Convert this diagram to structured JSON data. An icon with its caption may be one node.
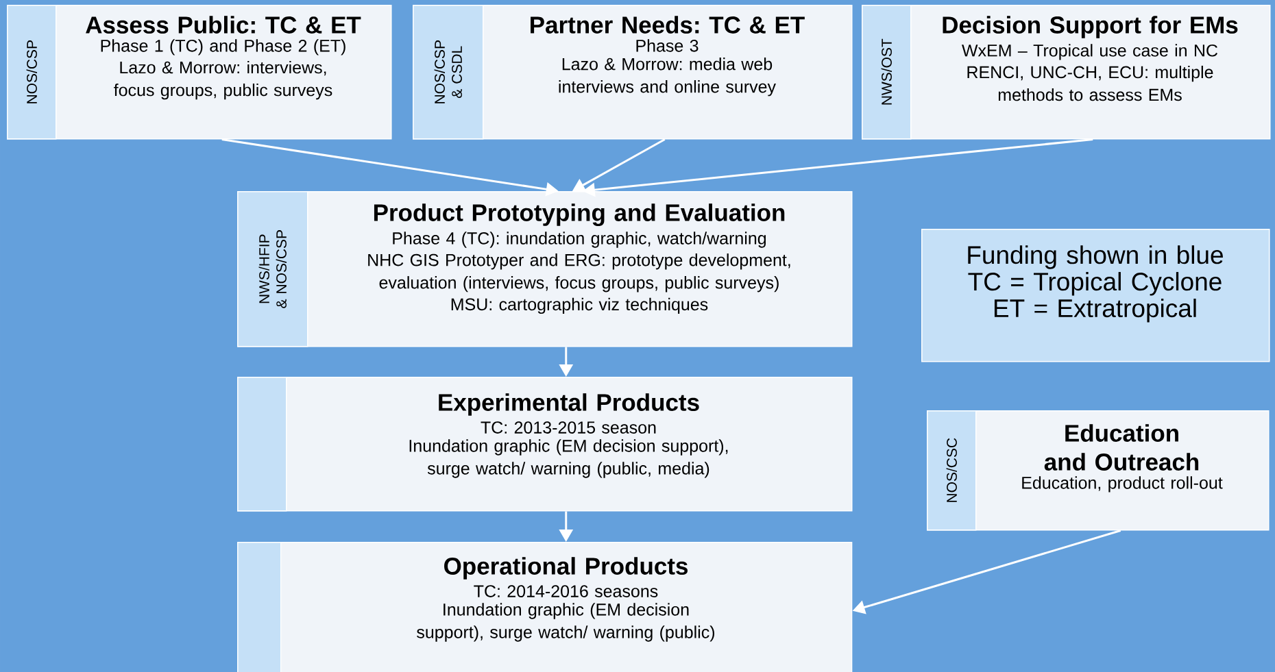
{
  "diagram": {
    "nodes": [
      {
        "text": [
          "Assess Public: TC & ET",
          "Phase 1 (TC) and Phase 2 (ET)",
          "Lazo & Morrow: interviews, focus groups, public surveys"
        ]
      },
      {
        "text": [
          "NOS/CSP"
        ],
        "in": 0
      },
      {
        "text": [
          "Partner Needs: TC & ET",
          "Phase 3",
          "Lazo & Morrow: media web interviews and online survey"
        ]
      },
      {
        "text": [
          "NOS/CSP & CSDL"
        ],
        "in": 2
      },
      {
        "text": [
          "Decision Support for EMs",
          "WxEM – Tropical use case in NC",
          "RENCI, UNC-CH, ECU: multiple methods to assess EMs"
        ]
      },
      {
        "text": [
          "NWS/OST"
        ],
        "in": 4
      },
      {
        "text": [
          "Product Prototyping and Evaluation",
          "Phase 4 (TC): inundation graphic, watch/warning",
          "NHC GIS Prototyper and ERG: prototype development, evaluation (interviews, focus groups, public surveys)",
          "MSU: cartographic viz techniques"
        ]
      },
      {
        "text": [
          "NWS/HFIP & NOS/CSP"
        ],
        "in": 6
      },
      {
        "text": [
          "Funding shown in blue",
          "TC = Tropical Cyclone",
          "ET = Extratropical"
        ]
      },
      {
        "text": [
          "Experimental Products",
          "TC: 2013-2015 season",
          "Inundation graphic (EM decision support), surge watch/ warning (public, media)"
        ]
      },
      {
        "text": [],
        "shape": "box",
        "in": 9
      },
      {
        "text": [
          "Education and Outreach",
          "Education, product roll-out"
        ]
      },
      {
        "text": [
          "NOS/CSC"
        ],
        "in": 11
      },
      {
        "text": [
          "Operational Products",
          "TC: 2014-2016 seasons",
          "Inundation graphic (EM decision support), surge watch/ warning (public)"
        ]
      },
      {
        "text": [],
        "shape": "box",
        "in": 13
      }
    ],
    "edges": [
      {
        "from": 0,
        "to": 6,
        "arrow": "to"
      },
      {
        "from": 2,
        "to": 6,
        "arrow": "to"
      },
      {
        "from": 4,
        "to": 6,
        "arrow": "to"
      },
      {
        "from": 6,
        "to": 9,
        "arrow": "to"
      },
      {
        "from": 9,
        "to": 13,
        "arrow": "to"
      },
      {
        "from": 11,
        "to": 13,
        "arrow": "to"
      }
    ]
  }
}
